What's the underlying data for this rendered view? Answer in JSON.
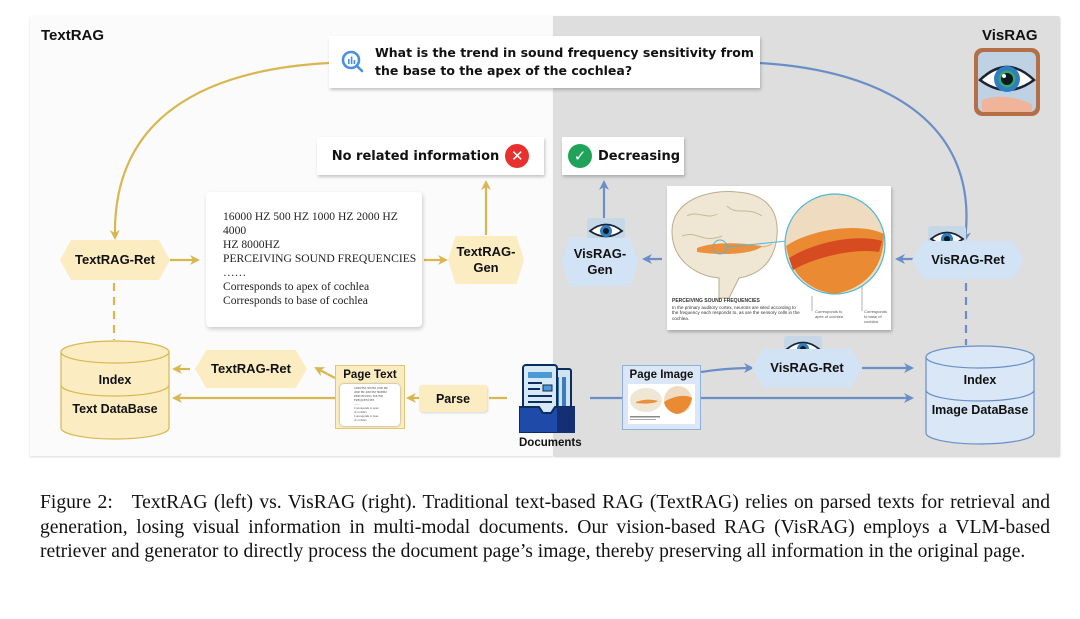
{
  "panels": {
    "left_title": "TextRAG",
    "right_title": "VisRAG",
    "left_bg": "#fbfbfb",
    "right_bg": "#dedede"
  },
  "colors": {
    "textrag_accent": "#d9b650",
    "textrag_fill": "#fbecc2",
    "visrag_accent": "#6a8fc6",
    "visrag_fill": "#d3e3f6",
    "error_red": "#e8312f",
    "success_green": "#1fa35a"
  },
  "query": {
    "icon": "search-chart-icon",
    "text": "What is the trend in sound frequency sensitivity from the base to the apex of the cochlea?"
  },
  "answers": {
    "textrag": {
      "text": "No related information",
      "icon": "x-circle-icon"
    },
    "visrag": {
      "text": "Decreasing",
      "icon": "check-circle-icon"
    }
  },
  "textrag": {
    "ret_top": "TextRAG-Ret",
    "gen_line1": "TextRAG-",
    "gen_line2": "Gen",
    "ret_bottom": "TextRAG-Ret",
    "retrieved_lines": [
      "16000 HZ 500 HZ 1000 HZ 2000 HZ 4000",
      "HZ 8000HZ",
      "PERCEIVING SOUND FREQUENCIES",
      "……",
      "Corresponds to apex of cochlea",
      "Corresponds to base of cochlea"
    ],
    "db_index": "Index",
    "db_name": "Text DataBase",
    "page_text_label": "Page Text",
    "page_text_mini": [
      "16000 HZ 500 HZ 1000 HZ",
      "2000 HZ 4000 HZ 8000HZ",
      "PERCEIVING SOUND",
      "FREQUENCIES",
      "……",
      "Corresponds to apex",
      "of cochlea",
      "Corresponds to base",
      "of cochlea"
    ],
    "parse_label": "Parse"
  },
  "visrag": {
    "ret_top": "VisRAG-Ret",
    "gen_line1": "VisRAG-",
    "gen_line2": "Gen",
    "ret_bottom": "VisRAG-Ret",
    "db_index": "Index",
    "db_name": "Image DataBase",
    "page_image_label": "Page Image",
    "retrieved_image": {
      "title": "PERCEIVING SOUND FREQUENCIES",
      "body": "In the primary auditory cortex, neurons are sited according to the frequency each responds to, as are the sensory cells in the cochlea.",
      "callout_apex": "Corresponds to apex of cochlea",
      "callout_base": "Corresponds to base of cochlea"
    }
  },
  "documents_label": "Documents",
  "caption": {
    "label": "Figure 2:",
    "text": "TextRAG (left) vs. VisRAG (right). Traditional text-based RAG (TextRAG) relies on parsed texts for retrieval and generation, losing visual information in multi-modal documents. Our vision-based RAG (VisRAG) employs a VLM-based retriever and generator to directly process the document page’s image, thereby preserving all information in the original page."
  }
}
